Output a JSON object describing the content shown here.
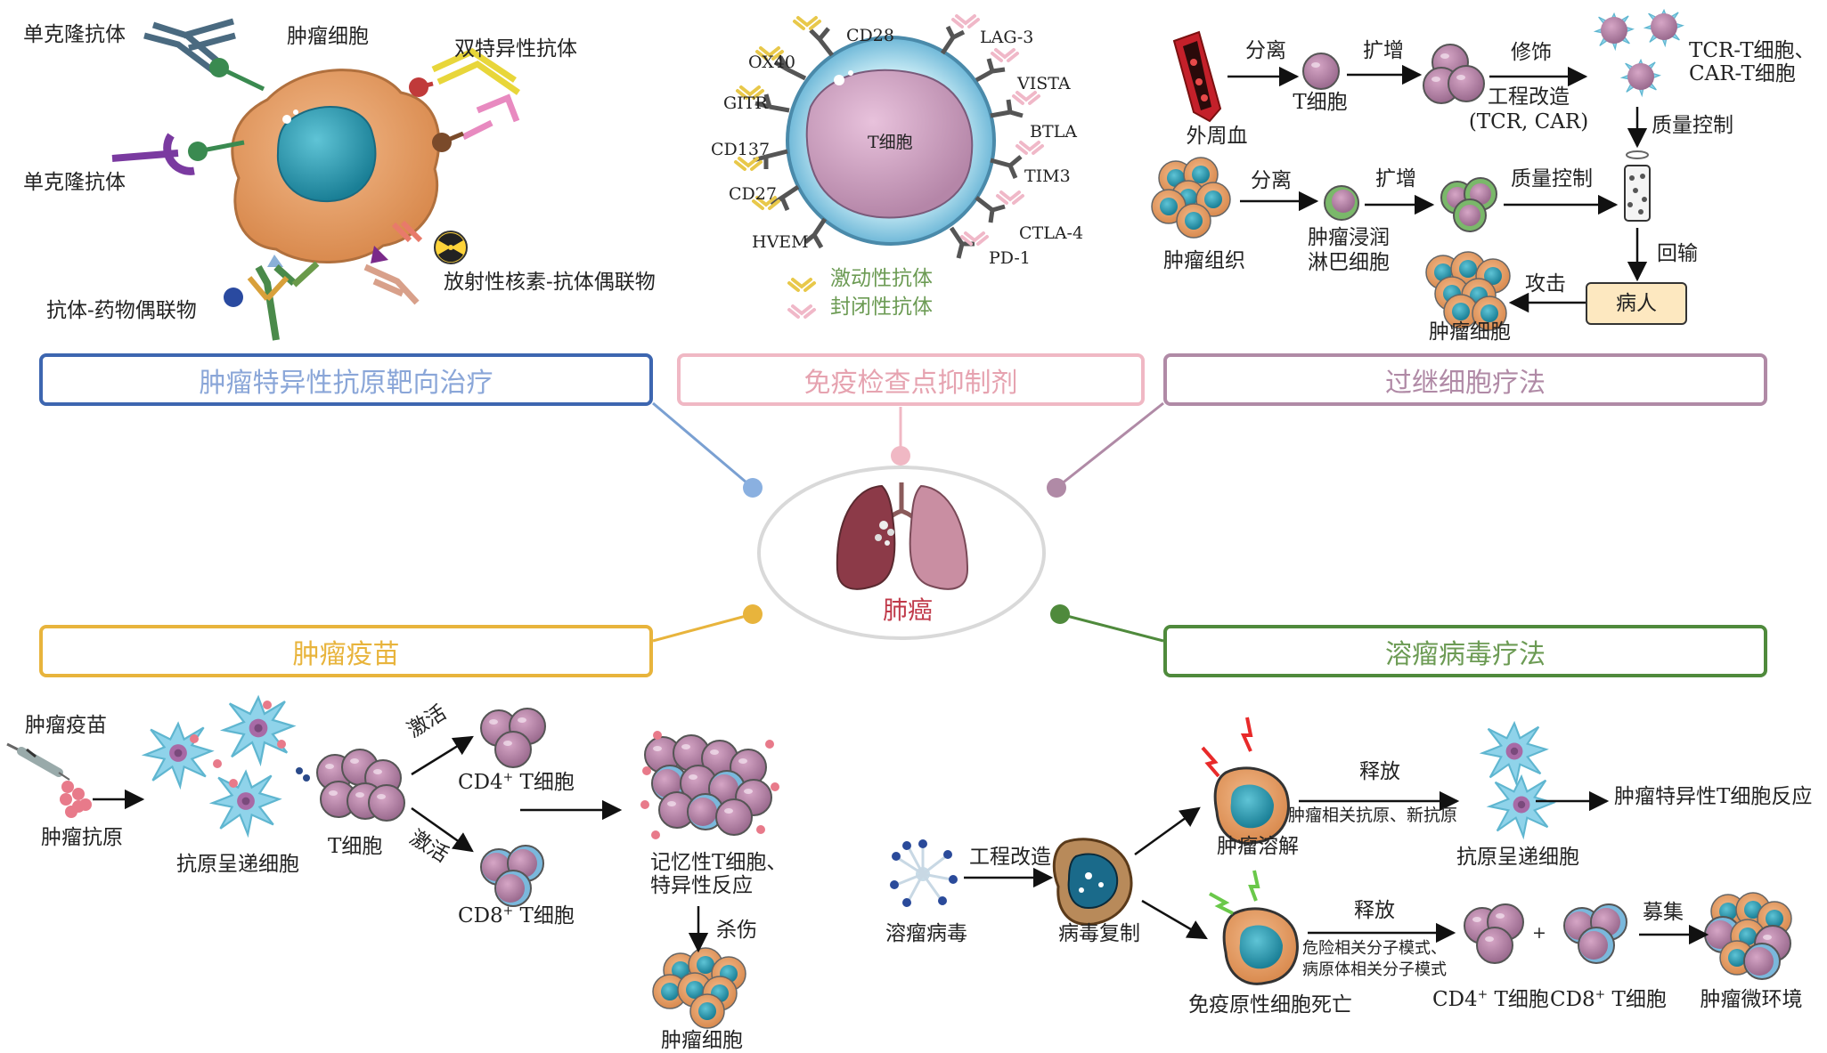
{
  "center": {
    "label": "肺癌"
  },
  "categories": {
    "tsa": {
      "label": "肿瘤特异性抗原靶向治疗",
      "color": "#3d66b0",
      "text_color": "#8aa6d8"
    },
    "ici": {
      "label": "免疫检查点抑制剂",
      "color": "#e6a3b0",
      "text_color": "#e6a3b0"
    },
    "act": {
      "label": "过继细胞疗法",
      "color": "#b08aa6",
      "text_color": "#b08aa6"
    },
    "vaccine": {
      "label": "肿瘤疫苗",
      "color": "#e8b43c",
      "text_color": "#e8b43c"
    },
    "ovt": {
      "label": "溶瘤病毒疗法",
      "color": "#4f8a3c",
      "text_color": "#6c9b54"
    }
  },
  "tsa_panel": {
    "mab_top": "单克隆抗体",
    "tumor_cell": "肿瘤细胞",
    "bispecific": "双特异性抗体",
    "mab_left": "单克隆抗体",
    "adc": "抗体-药物偶联物",
    "rdc": "放射性核素-抗体偶联物"
  },
  "ici_panel": {
    "tcell": "T细胞",
    "left_receptors": [
      "CD28",
      "OX40",
      "GITR",
      "CD137",
      "CD27",
      "HVEM"
    ],
    "right_receptors": [
      "LAG-3",
      "VISTA",
      "BTLA",
      "TIM3",
      "CTLA-4",
      "PD-1"
    ],
    "legend_agonist": "激动性抗体",
    "legend_blocking": "封闭性抗体"
  },
  "act_panel": {
    "separate1": "分离",
    "expand1": "扩增",
    "modify": "修饰",
    "engineering": "工程改造",
    "engineering_sub": "(TCR, CAR)",
    "peripheral_blood": "外周血",
    "tcell": "T细胞",
    "tcr_car_1": "TCR-T细胞、",
    "tcr_car_2": "CAR-T细胞",
    "qc1": "质量控制",
    "tumor_tissue": "肿瘤组织",
    "separate2": "分离",
    "til_1": "肿瘤浸润",
    "til_2": "淋巴细胞",
    "expand2": "扩增",
    "qc2": "质量控制",
    "reinfusion": "回输",
    "patient": "病人",
    "attack": "攻击",
    "tumor_cell": "肿瘤细胞"
  },
  "vaccine_panel": {
    "vaccine": "肿瘤疫苗",
    "antigen": "肿瘤抗原",
    "apc": "抗原呈递细胞",
    "tcell": "T细胞",
    "activate1": "激活",
    "activate2": "激活",
    "cd4_pre": "CD4",
    "cd8_pre": "CD8",
    "plus": "+",
    "tcell_suffix": " T细胞",
    "memory_1": "记忆性T细胞、",
    "memory_2": "特异性反应",
    "kill": "杀伤",
    "tumor_cell": "肿瘤细胞"
  },
  "ovt_panel": {
    "virus": "溶瘤病毒",
    "engineering": "工程改造",
    "replication": "病毒复制",
    "lysis": "肿瘤溶解",
    "icd": "免疫原性细胞死亡",
    "release1": "释放",
    "release2": "释放",
    "antigens": "肿瘤相关抗原、新抗原",
    "damp_1": "危险相关分子模式、",
    "damp_2": "病原体相关分子模式",
    "apc": "抗原呈递细胞",
    "response": "肿瘤特异性T细胞反应",
    "cd4_pre": "CD4",
    "cd8_pre": "CD8",
    "sup_plus": "+",
    "tcell_suffix": " T细胞",
    "plus": "+",
    "recruit": "募集",
    "tme": "肿瘤微环境"
  }
}
